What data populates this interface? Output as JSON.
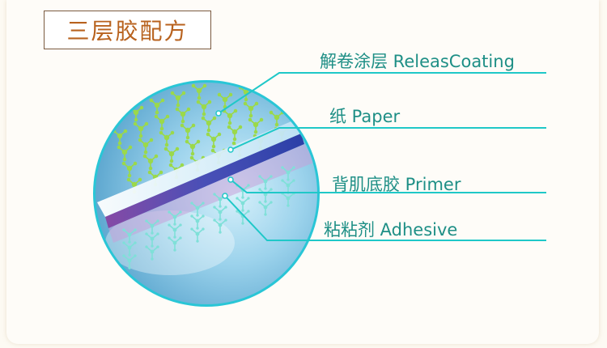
{
  "title": "三层胶配方",
  "layers": [
    {
      "label": "解卷涂层 ReleasCoating"
    },
    {
      "label": "纸 Paper"
    },
    {
      "label": "背肌底胶 Primer"
    },
    {
      "label": "粘粘剂 Adhesive"
    }
  ],
  "colors": {
    "accent": "#1fc8c8",
    "label_text": "#1e8f86",
    "title_text": "#b8621e",
    "title_border": "#7a5a40"
  }
}
